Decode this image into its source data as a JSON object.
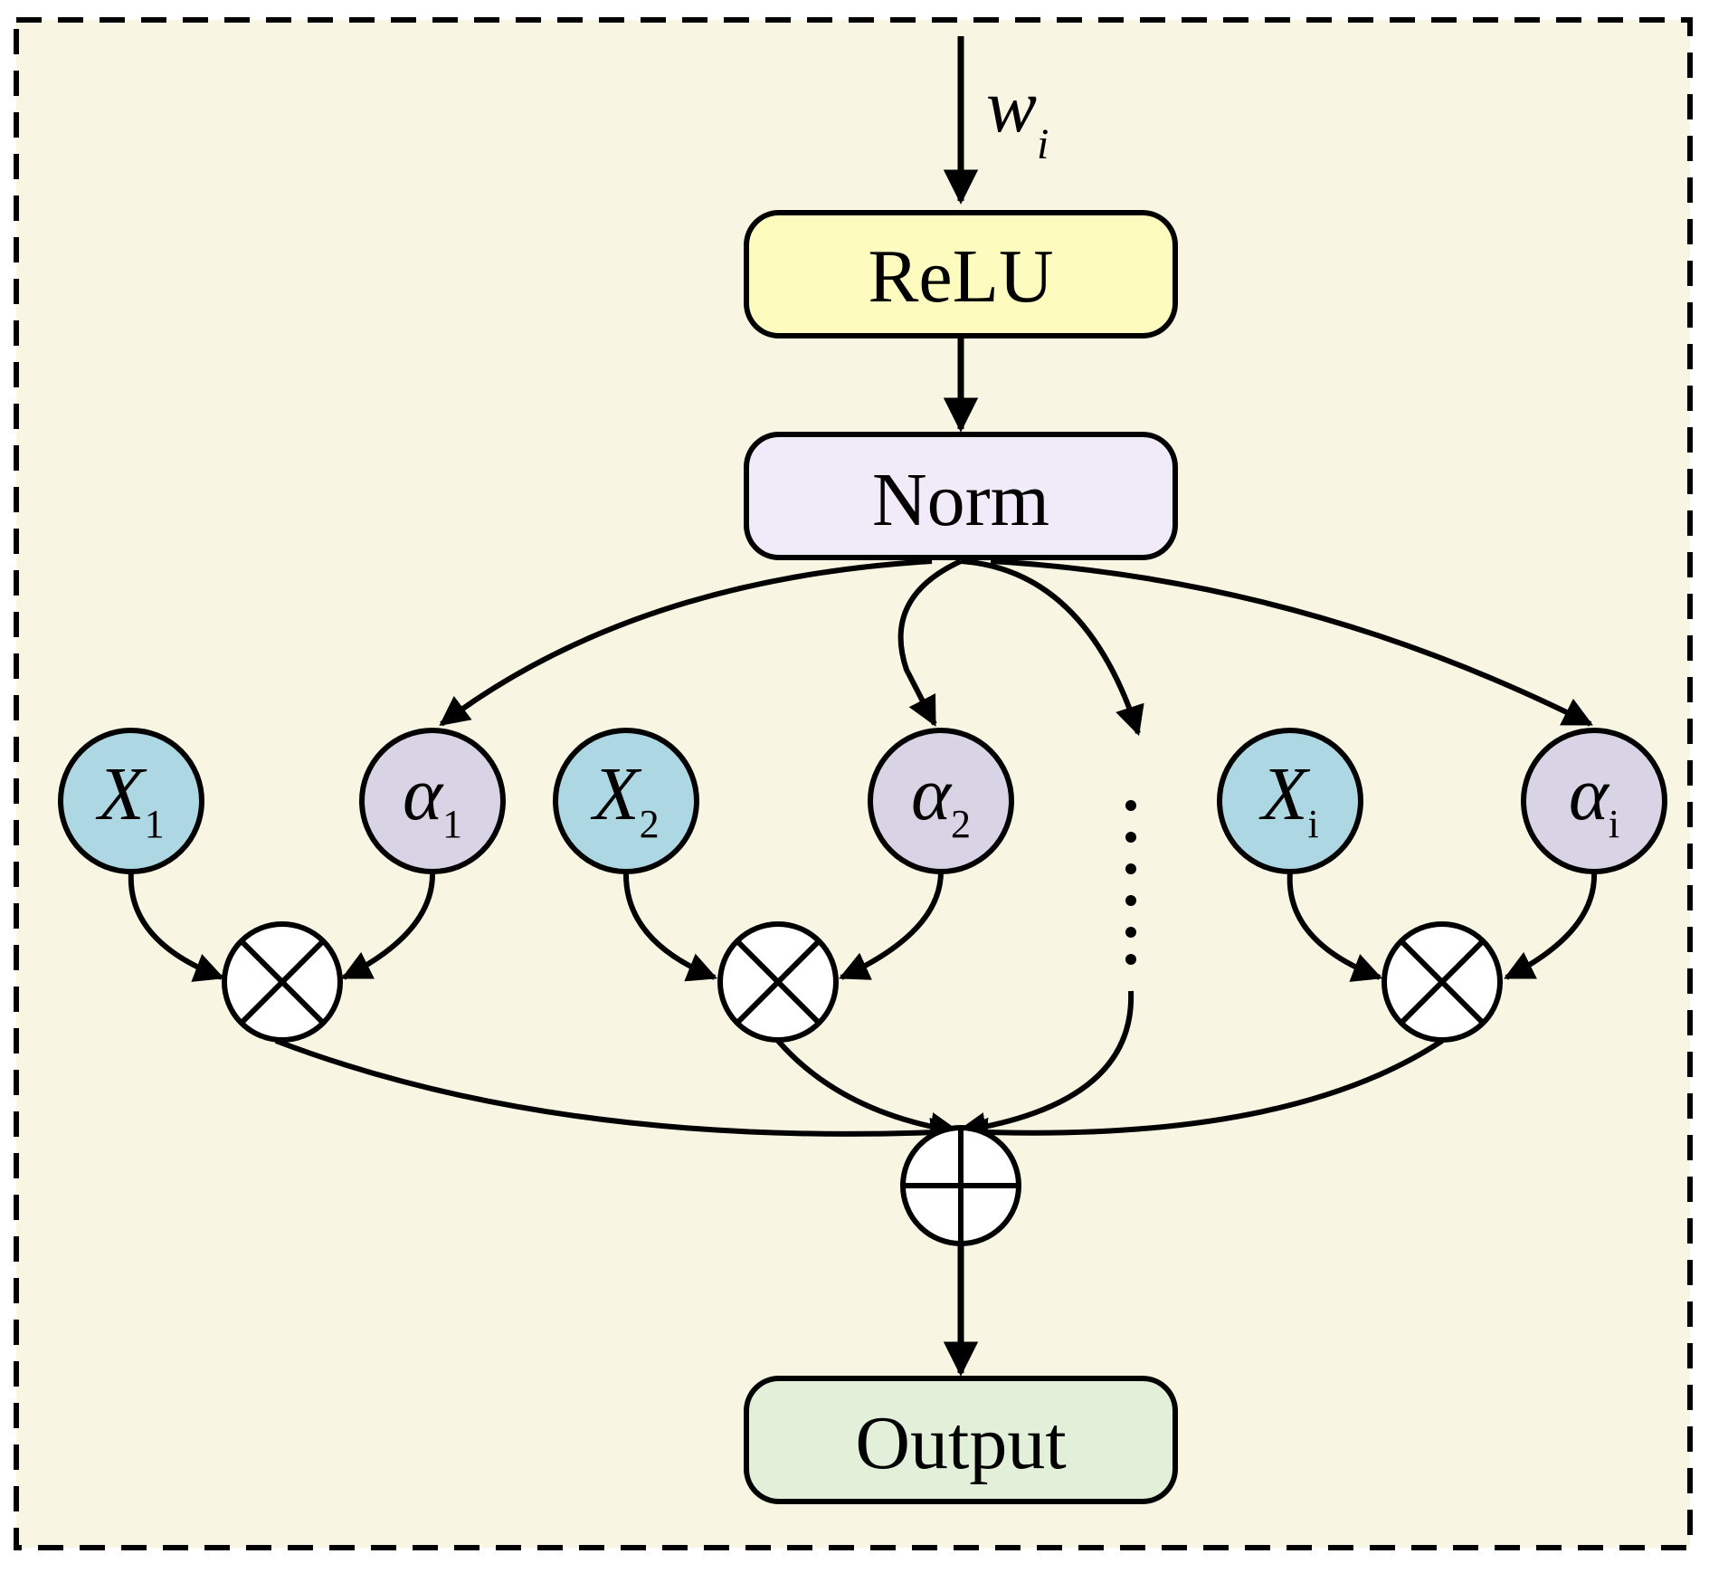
{
  "diagram": {
    "input_label": {
      "base": "w",
      "sub": "i"
    },
    "boxes": {
      "relu": "ReLU",
      "norm": "Norm",
      "output": "Output"
    },
    "nodes": [
      {
        "base": "X",
        "sub": "1",
        "kind": "input"
      },
      {
        "base": "α",
        "sub": "1",
        "kind": "weight"
      },
      {
        "base": "X",
        "sub": "2",
        "kind": "input"
      },
      {
        "base": "α",
        "sub": "2",
        "kind": "weight"
      },
      {
        "base": "X",
        "sub": "i",
        "kind": "input"
      },
      {
        "base": "α",
        "sub": "i",
        "kind": "weight"
      }
    ],
    "operators": {
      "multiply": "⊗",
      "sum": "⊕"
    },
    "colors": {
      "background": "#f8f6e3",
      "relu_fill": "#fefbbe",
      "norm_fill": "#f1eaf8",
      "output_fill": "#e2efd9",
      "x_node_fill": "#add8e3",
      "alpha_node_fill": "#d9d4e5",
      "stroke": "#000000"
    }
  }
}
